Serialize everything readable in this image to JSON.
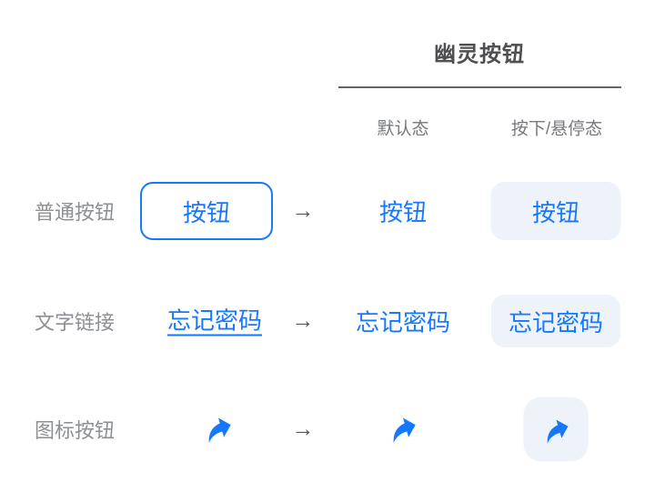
{
  "colors": {
    "accent": "#1677ff",
    "chip_bg": "#eef3fa",
    "title_text": "#4f4f52",
    "divider": "#636466",
    "header_text": "#76797d",
    "label_text": "#8c8f93",
    "arrow_glyph": "#55585c",
    "background": "#ffffff"
  },
  "header": {
    "title": "幽灵按钮",
    "columns": [
      {
        "label": "默认态"
      },
      {
        "label": "按下/悬停态"
      }
    ]
  },
  "rows": [
    {
      "label": "普通按钮",
      "original_text": "按钮",
      "arrow": "→",
      "default_text": "按钮",
      "hover_text": "按钮"
    },
    {
      "label": "文字链接",
      "original_text": "忘记密码",
      "arrow": "→",
      "default_text": "忘记密码",
      "hover_text": "忘记密码"
    },
    {
      "label": "图标按钮",
      "icon": "share-forward-icon",
      "arrow": "→"
    }
  ]
}
